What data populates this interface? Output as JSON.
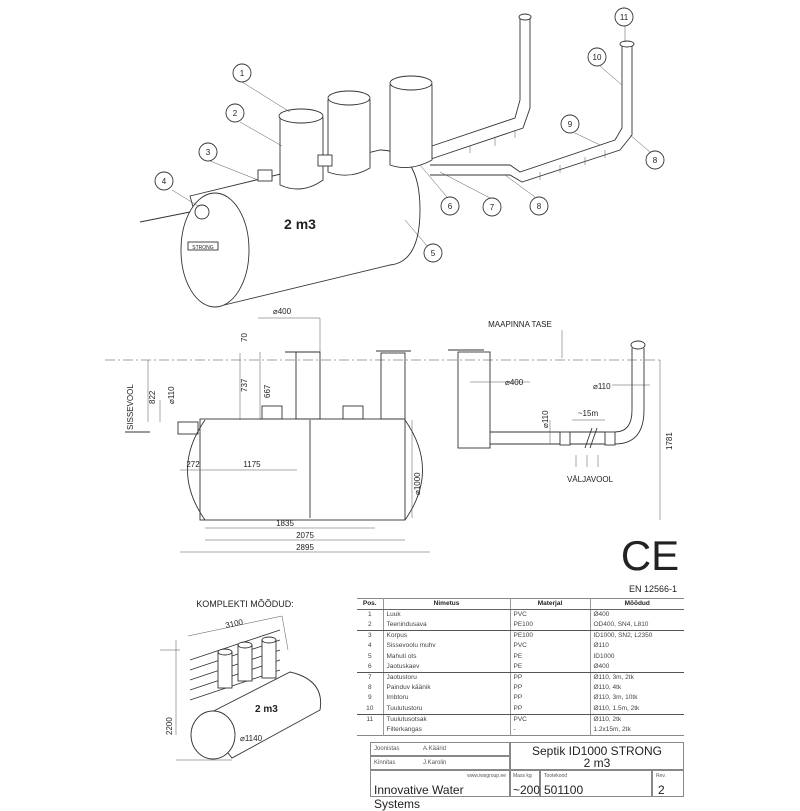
{
  "iso_view": {
    "volume_label": "2 m3",
    "brand_label": "STRONG",
    "callouts": [
      "1",
      "2",
      "3",
      "4",
      "5",
      "6",
      "7",
      "8",
      "9",
      "10",
      "11",
      "8"
    ]
  },
  "side_view": {
    "ground_label": "MAAPINNA TASE",
    "inflow_label": "SISSEVOOL",
    "outflow_label": "VÄLJAVOOL",
    "dims": {
      "d400_top": "⌀400",
      "h70": "70",
      "h737": "737",
      "h667": "667",
      "h822": "822",
      "d110_in": "⌀110",
      "d400_well": "⌀400",
      "d110_vent": "⌀110",
      "d110_pipe": "⌀110",
      "len15m": "~15m",
      "l272": "272",
      "l1175": "1175",
      "d1000": "⌀1000",
      "l1835": "1835",
      "l2075": "2075",
      "l2895": "2895",
      "h1781": "1781"
    }
  },
  "certification": {
    "mark": "CE",
    "standard": "EN 12566-1"
  },
  "kit_view": {
    "title": "KOMPLEKTI MÕÕDUD:",
    "length": "3100",
    "height": "2200",
    "diameter": "⌀1140",
    "volume_label": "2 m3"
  },
  "parts_table": {
    "headers": [
      "Pos.",
      "Nimetus",
      "Materjal",
      "Mõõdud"
    ],
    "rows": [
      [
        "1",
        "Luuk",
        "PVC",
        "Ø400"
      ],
      [
        "2",
        "Teenindusava",
        "PE100",
        "OD400, SN4, L810"
      ],
      [
        "3",
        "Korpus",
        "PE100",
        "ID1000, SN2, L2350"
      ],
      [
        "4",
        "Sissevoolu muhv",
        "PVC",
        "Ø110"
      ],
      [
        "5",
        "Mahuti ots",
        "PE",
        "ID1000"
      ],
      [
        "6",
        "Jaotuskaev",
        "PE",
        "Ø400"
      ],
      [
        "7",
        "Jaotustoru",
        "PP",
        "Ø110, 3m, 2tk"
      ],
      [
        "8",
        "Painduv käänik",
        "PP",
        "Ø110, 4tk"
      ],
      [
        "9",
        "Imbtoru",
        "PP",
        "Ø110, 3m, 10tk"
      ],
      [
        "10",
        "Tuulutustoru",
        "PP",
        "Ø110, 1.5m, 2tk"
      ],
      [
        "11",
        "Tuulutusotsak",
        "PVC",
        "Ø110, 2tk"
      ],
      [
        "",
        "Filterkangas",
        "-",
        "1.2x15m, 2tk"
      ]
    ]
  },
  "title_block": {
    "drawn_label": "Joonistas",
    "drawn_by": "A.Käärid",
    "approved_label": "Kinnitas",
    "approved_by": "J.Karolin",
    "title_line1": "Septik ID1000 STRONG",
    "title_line2": "2 m3",
    "website": "www.iwsgroup.ee",
    "company": "Innovative Water Systems",
    "mass_label": "Mass kg",
    "mass": "~200",
    "product_code_label": "Tootekood",
    "product_code": "501100",
    "rev_label": "Rev.",
    "rev": "2"
  }
}
